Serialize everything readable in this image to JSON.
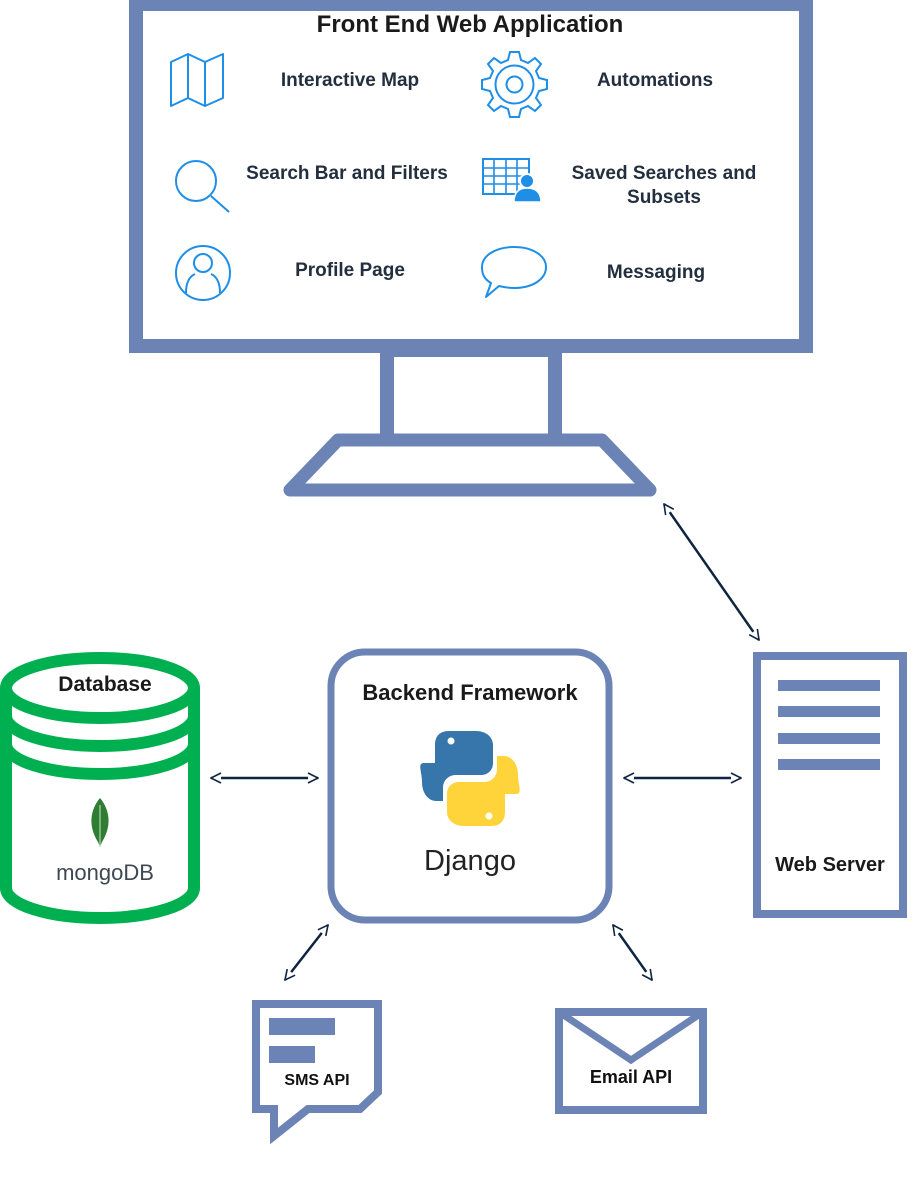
{
  "frontend": {
    "title": "Front End Web Application",
    "features": [
      {
        "label": "Interactive Map",
        "icon": "map-icon"
      },
      {
        "label": "Automations",
        "icon": "gear-icon"
      },
      {
        "label": "Search Bar and Filters",
        "icon": "search-icon"
      },
      {
        "label": "Saved Searches and Subsets",
        "icon": "table-user-icon"
      },
      {
        "label": "Profile Page",
        "icon": "user-profile-icon"
      },
      {
        "label": "Messaging",
        "icon": "speech-bubble-icon"
      }
    ]
  },
  "database": {
    "title": "Database",
    "product": "mongoDB"
  },
  "backend": {
    "title": "Backend Framework",
    "product": "Django"
  },
  "webserver": {
    "title": "Web Server"
  },
  "sms": {
    "title": "SMS API"
  },
  "email": {
    "title": "Email API"
  },
  "colors": {
    "frame": "#6c84b5",
    "icon": "#1e8ee6",
    "database": "#00b050",
    "arrow": "#0f2440",
    "text": "#232f3e",
    "python_blue": "#3776ab",
    "python_yellow": "#ffd43b",
    "mongo_leaf": "#2e7d32"
  }
}
